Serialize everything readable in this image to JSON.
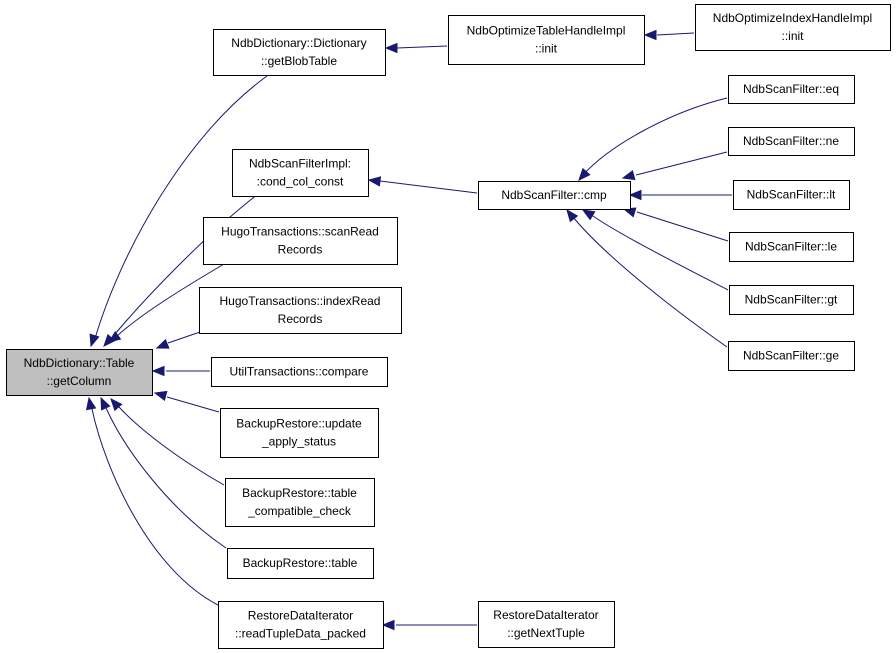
{
  "graph": {
    "nodes": [
      {
        "id": "root",
        "lines": [
          "NdbDictionary::Table",
          "::getColumn"
        ],
        "root": true
      },
      {
        "id": "getBlobTable",
        "lines": [
          "NdbDictionary::Dictionary",
          "::getBlobTable"
        ]
      },
      {
        "id": "optTableInit",
        "lines": [
          "NdbOptimizeTableHandleImpl",
          "::init"
        ]
      },
      {
        "id": "optIndexInit",
        "lines": [
          "NdbOptimizeIndexHandleImpl",
          "::init"
        ]
      },
      {
        "id": "condColConst",
        "lines": [
          "NdbScanFilterImpl:",
          ":cond_col_const"
        ]
      },
      {
        "id": "cmp",
        "lines": [
          "NdbScanFilter::cmp"
        ]
      },
      {
        "id": "eq",
        "lines": [
          "NdbScanFilter::eq"
        ]
      },
      {
        "id": "ne",
        "lines": [
          "NdbScanFilter::ne"
        ]
      },
      {
        "id": "lt",
        "lines": [
          "NdbScanFilter::lt"
        ]
      },
      {
        "id": "le",
        "lines": [
          "NdbScanFilter::le"
        ]
      },
      {
        "id": "gt",
        "lines": [
          "NdbScanFilter::gt"
        ]
      },
      {
        "id": "ge",
        "lines": [
          "NdbScanFilter::ge"
        ]
      },
      {
        "id": "scanRead",
        "lines": [
          "HugoTransactions::scanRead",
          "Records"
        ]
      },
      {
        "id": "indexRead",
        "lines": [
          "HugoTransactions::indexRead",
          "Records"
        ]
      },
      {
        "id": "utilCompare",
        "lines": [
          "UtilTransactions::compare"
        ]
      },
      {
        "id": "updateApply",
        "lines": [
          "BackupRestore::update",
          "_apply_status"
        ]
      },
      {
        "id": "tableCompat",
        "lines": [
          "BackupRestore::table",
          "_compatible_check"
        ]
      },
      {
        "id": "brTable",
        "lines": [
          "BackupRestore::table"
        ]
      },
      {
        "id": "readTuple",
        "lines": [
          "RestoreDataIterator",
          "::readTupleData_packed"
        ]
      },
      {
        "id": "getNextTuple",
        "lines": [
          "RestoreDataIterator",
          "::getNextTuple"
        ]
      }
    ],
    "edges": [
      {
        "from": "getBlobTable",
        "to": "root"
      },
      {
        "from": "optTableInit",
        "to": "getBlobTable"
      },
      {
        "from": "optIndexInit",
        "to": "optTableInit"
      },
      {
        "from": "condColConst",
        "to": "root"
      },
      {
        "from": "cmp",
        "to": "condColConst"
      },
      {
        "from": "eq",
        "to": "cmp"
      },
      {
        "from": "ne",
        "to": "cmp"
      },
      {
        "from": "lt",
        "to": "cmp"
      },
      {
        "from": "le",
        "to": "cmp"
      },
      {
        "from": "gt",
        "to": "cmp"
      },
      {
        "from": "ge",
        "to": "cmp"
      },
      {
        "from": "scanRead",
        "to": "root"
      },
      {
        "from": "indexRead",
        "to": "root"
      },
      {
        "from": "utilCompare",
        "to": "root"
      },
      {
        "from": "updateApply",
        "to": "root"
      },
      {
        "from": "tableCompat",
        "to": "root"
      },
      {
        "from": "brTable",
        "to": "root"
      },
      {
        "from": "readTuple",
        "to": "root"
      },
      {
        "from": "getNextTuple",
        "to": "readTuple"
      }
    ],
    "colors": {
      "edge": "#191970",
      "root_fill": "#bfbfbf",
      "node_fill": "#ffffff",
      "border": "#000000"
    }
  }
}
